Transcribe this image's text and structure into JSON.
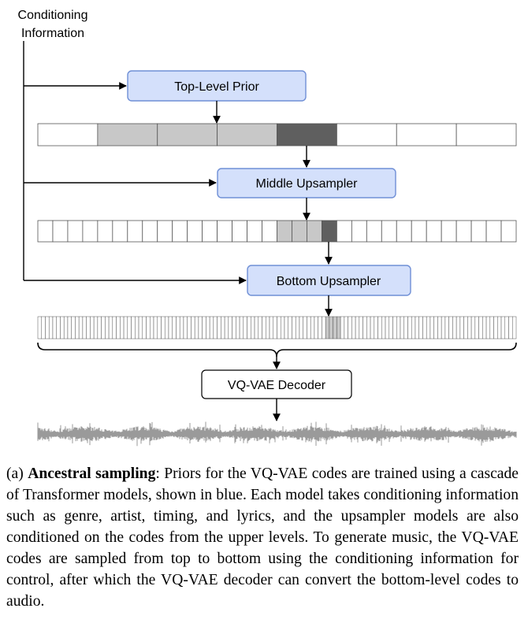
{
  "diagram": {
    "conditioning_label": [
      "Conditioning",
      "Information"
    ],
    "top_prior_label": "Top-Level Prior",
    "middle_upsampler_label": "Middle Upsampler",
    "bottom_upsampler_label": "Bottom Upsampler",
    "decoder_label": "VQ-VAE Decoder",
    "colors": {
      "prior_fill": "#d4e0fb",
      "prior_stroke": "#6f8fd6",
      "highlight_light": "#c8c8c8",
      "highlight_dark": "#5f5f5f",
      "waveform": "#9a9a9a"
    }
  },
  "caption": {
    "label": "(a) ",
    "bold": "Ancestral sampling",
    "text": ": Priors for the VQ-VAE codes are trained using a cascade of Transformer models, shown in blue. Each model takes conditioning information such as genre, artist, timing, and lyrics, and the upsampler models are also conditioned on the codes from the upper levels. To generate music, the VQ-VAE codes are sampled from top to bottom using the conditioning information for control, after which the VQ-VAE decoder can convert the bottom-level codes to audio."
  }
}
